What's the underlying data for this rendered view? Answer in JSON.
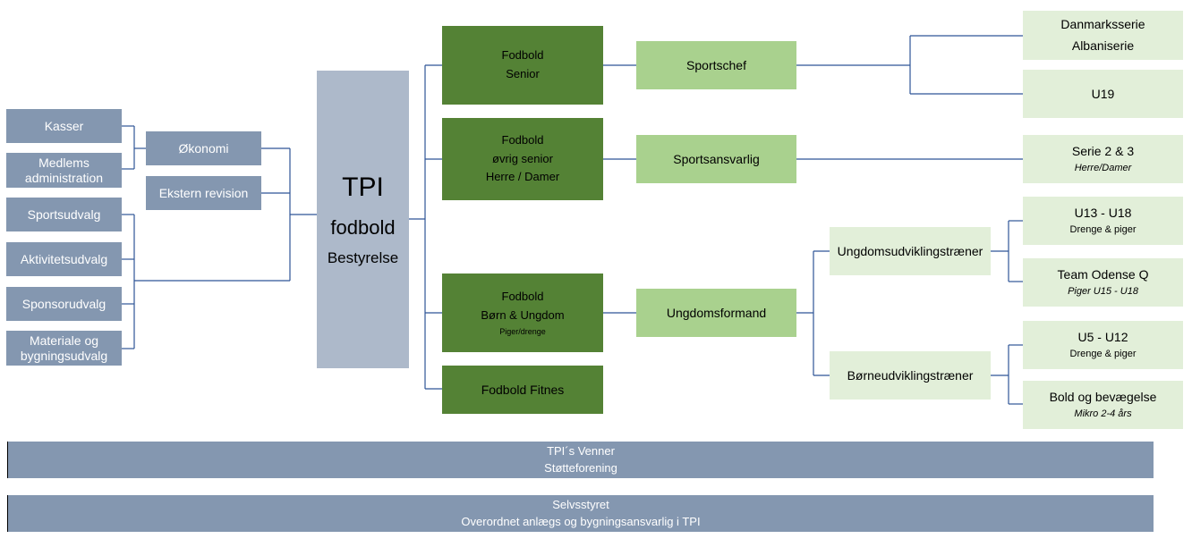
{
  "left": {
    "kasser": "Kasser",
    "medlems": [
      "Medlems",
      "administration"
    ],
    "okonomi": "Økonomi",
    "ekstern": "Ekstern revision",
    "sportsudvalg": "Sportsudvalg",
    "aktivitetsudvalg": "Aktivitetsudvalg",
    "sponsorudvalg": "Sponsorudvalg",
    "materiale": [
      "Materiale og",
      "bygningsudvalg"
    ]
  },
  "center": {
    "line1": "TPI",
    "line2": "fodbold",
    "line3": "Bestyrelse"
  },
  "fodbold": {
    "senior": [
      "Fodbold",
      "Senior"
    ],
    "ovrig": [
      "Fodbold",
      "øvrig senior",
      "Herre / Damer"
    ],
    "born": [
      "Fodbold",
      "Børn & Ungdom",
      "Piger/drenge"
    ],
    "fitnes": "Fodbold Fitnes"
  },
  "roles": {
    "sportschef": "Sportschef",
    "sportsansvarlig": "Sportsansvarlig",
    "ungdomsformand": "Ungdomsformand",
    "ungdomsudvikling": "Ungdomsudviklingstræner",
    "borneudvikling": "Børneudviklingstræner"
  },
  "teams": {
    "danmark": [
      "Danmarksserie",
      "Albaniserie"
    ],
    "u19": "U19",
    "serie": [
      "Serie 2 & 3",
      "Herre/Damer"
    ],
    "u13": [
      "U13 - U18",
      "Drenge & piger"
    ],
    "odense": [
      "Team Odense Q",
      "Piger U15 - U18"
    ],
    "u5": [
      "U5 - U12",
      "Drenge & piger"
    ],
    "bold": [
      "Bold og bevægelse",
      "Mikro 2-4 års"
    ]
  },
  "bars": {
    "venner": [
      "TPI´s Venner",
      "Støtteforening"
    ],
    "selvstyret": [
      "Selvsstyret",
      "Overordnet anlægs og bygningsansvarlig i TPI"
    ]
  },
  "colors": {
    "gray_box": "#8497b0",
    "tpi_box": "#adb9ca",
    "dark_green": "#548235",
    "light_green": "#a9d18e",
    "pale_green": "#e2efd9",
    "connector": "#2e5597"
  }
}
